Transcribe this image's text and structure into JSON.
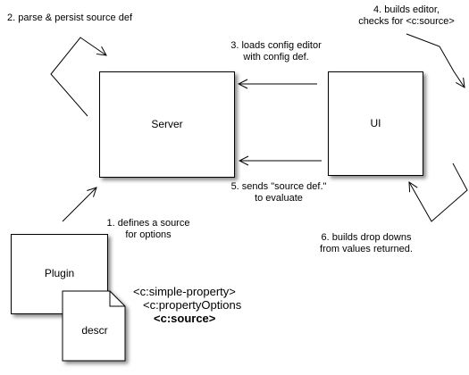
{
  "nodes": {
    "server": "Server",
    "ui": "UI",
    "plugin": "Plugin",
    "descr": "descr"
  },
  "steps": {
    "step1_line1": "1. defines a source",
    "step1_line2": "for options",
    "step2": "2. parse & persist source def",
    "step3_line1": "3. loads config editor",
    "step3_line2": "with config def.",
    "step4_line1": "4. builds editor,",
    "step4_line2": "checks for <c:source>",
    "step5_line1": "5. sends \"source def.\"",
    "step5_line2": "to evaluate",
    "step6_line1": "6. builds drop downs",
    "step6_line2": "from values returned."
  },
  "xml_snippet": {
    "line1": "<c:simple-property>",
    "line2": "<c:propertyOptions",
    "line3": "<c:source>"
  }
}
